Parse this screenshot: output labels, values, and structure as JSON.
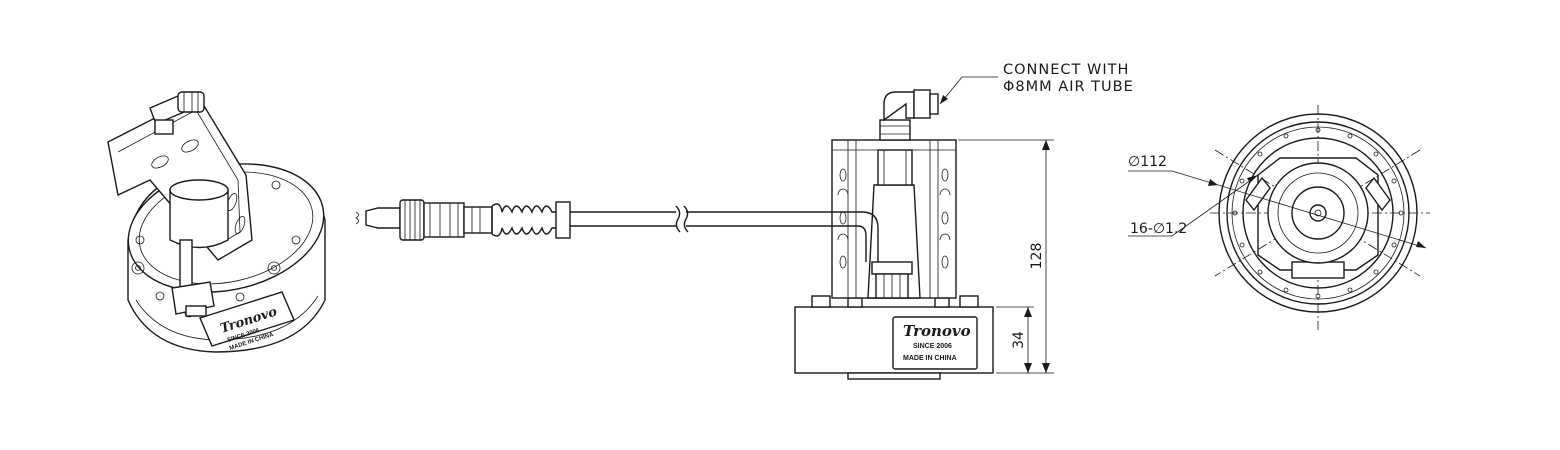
{
  "callout_air": {
    "line1": "CONNECT WITH",
    "line2": "Φ8MM AIR TUBE"
  },
  "dimensions": {
    "total_height": "128",
    "base_height": "34",
    "diameter": "∅112",
    "holes": "16-∅1.2"
  },
  "label_plate": {
    "brand": "Tronovo",
    "since": "SINCE 2006",
    "origin": "MADE IN CHINA"
  },
  "colors": {
    "line": "#1a1a1a",
    "background": "#ffffff"
  }
}
